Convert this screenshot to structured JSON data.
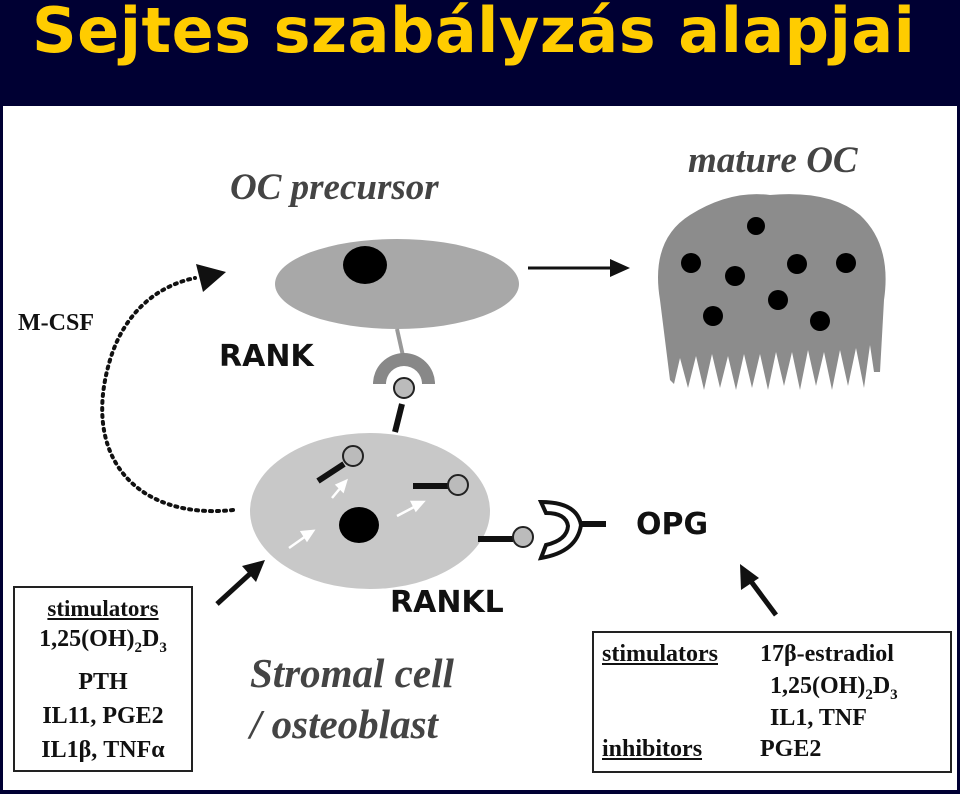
{
  "title": "Sejtes szabályzás alapjai",
  "labels": {
    "oc_precursor": "OC precursor",
    "mature_oc": "mature OC",
    "m_csf": "M-CSF",
    "rank": "RANK",
    "opg": "OPG",
    "rankl": "RANKL",
    "stromal_line1": "Stromal cell",
    "stromal_line2": "/ osteoblast"
  },
  "left_box": {
    "header": "stimulators",
    "items": [
      "1,25(OH)",
      "PTH",
      "IL11, PGE2",
      "IL1β, TNFα"
    ],
    "vitd_sub1": "2",
    "vitd_mid": "D",
    "vitd_sub2": "3"
  },
  "right_box": {
    "stimulators_label": "stimulators",
    "stimulators": [
      "17β-estradiol",
      "1,25(OH)",
      "IL1, TNF"
    ],
    "vitd_sub1": "2",
    "vitd_mid": "D",
    "vitd_sub2": "3",
    "inhibitors_label": "inhibitors",
    "inhibitors": [
      "PGE2"
    ]
  },
  "colors": {
    "title": "#ffcc00",
    "background": "#000033",
    "precursor_cell": "#a8a8a8",
    "mature_cell": "#8c8c8c",
    "stromal_cell": "#c8c8c8"
  }
}
